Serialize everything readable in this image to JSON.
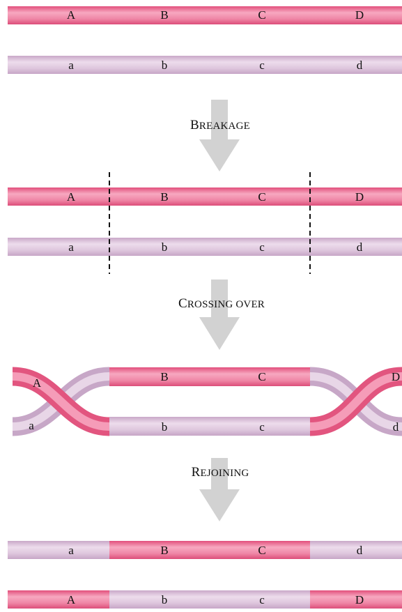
{
  "colors": {
    "maternal": "#f07ea1",
    "paternal": "#dcc3dc",
    "arrow": "#d2d2d2",
    "cut_line": "#111111"
  },
  "genes": {
    "maternal": [
      "A",
      "B",
      "C",
      "D"
    ],
    "paternal": [
      "a",
      "b",
      "c",
      "d"
    ]
  },
  "steps": {
    "breakage": {
      "initial": "B",
      "rest": "REAKAGE"
    },
    "crossing_over": {
      "initial": "C",
      "rest": "ROSSING OVER"
    },
    "rejoining": {
      "initial": "R",
      "rest": "EJOINING"
    }
  }
}
